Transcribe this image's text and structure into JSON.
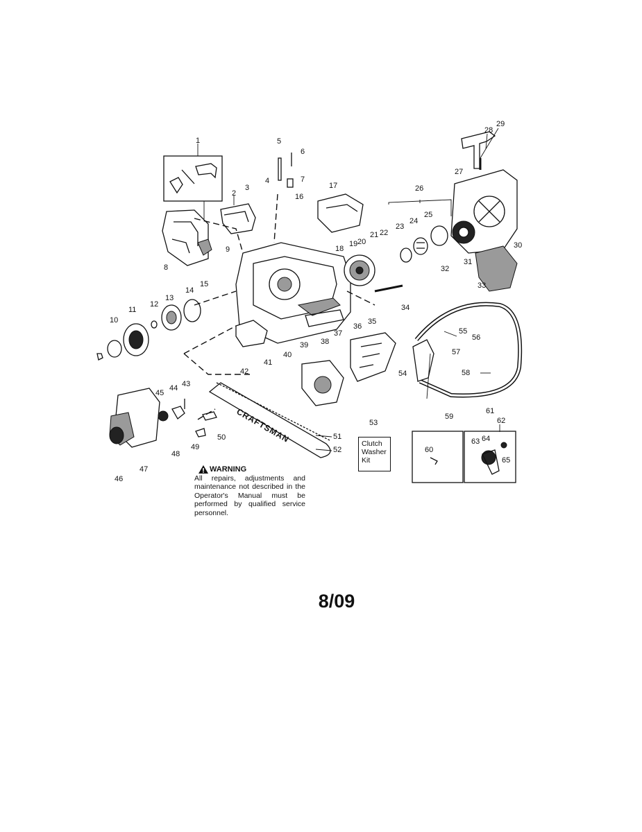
{
  "callouts": {
    "c1": "1",
    "c2": "2",
    "c3": "3",
    "c4": "4",
    "c5": "5",
    "c6": "6",
    "c7": "7",
    "c8": "8",
    "c9": "9",
    "c10": "10",
    "c11": "11",
    "c12": "12",
    "c13": "13",
    "c14": "14",
    "c15": "15",
    "c16": "16",
    "c17": "17",
    "c18": "18",
    "c19": "19",
    "c20": "20",
    "c21": "21",
    "c22": "22",
    "c23": "23",
    "c24": "24",
    "c25": "25",
    "c26": "26",
    "c27": "27",
    "c28": "28",
    "c29": "29",
    "c30": "30",
    "c31": "31",
    "c32": "32",
    "c33": "33",
    "c34": "34",
    "c35": "35",
    "c36": "36",
    "c37": "37",
    "c38": "38",
    "c39": "39",
    "c40": "40",
    "c41": "41",
    "c42": "42",
    "c43": "43",
    "c44": "44",
    "c45": "45",
    "c46": "46",
    "c47": "47",
    "c48": "48",
    "c49": "49",
    "c50": "50",
    "c51": "51",
    "c52": "52",
    "c53": "53",
    "c54": "54",
    "c55": "55",
    "c56": "56",
    "c57": "57",
    "c58": "58",
    "c59": "59",
    "c60": "60",
    "c61": "61",
    "c62": "62",
    "c63": "63",
    "c64": "64",
    "c65": "65"
  },
  "guide_bar_brand": "CRAFTSMAN",
  "kit_box": {
    "line1": "Clutch",
    "line2": "Washer",
    "line3": "Kit"
  },
  "warning": {
    "title": "WARNING",
    "body": "All repairs, adjustments and maintenance not described in the Operator's Manual must be performed by qualified service personnel."
  },
  "date_code": "8/09"
}
